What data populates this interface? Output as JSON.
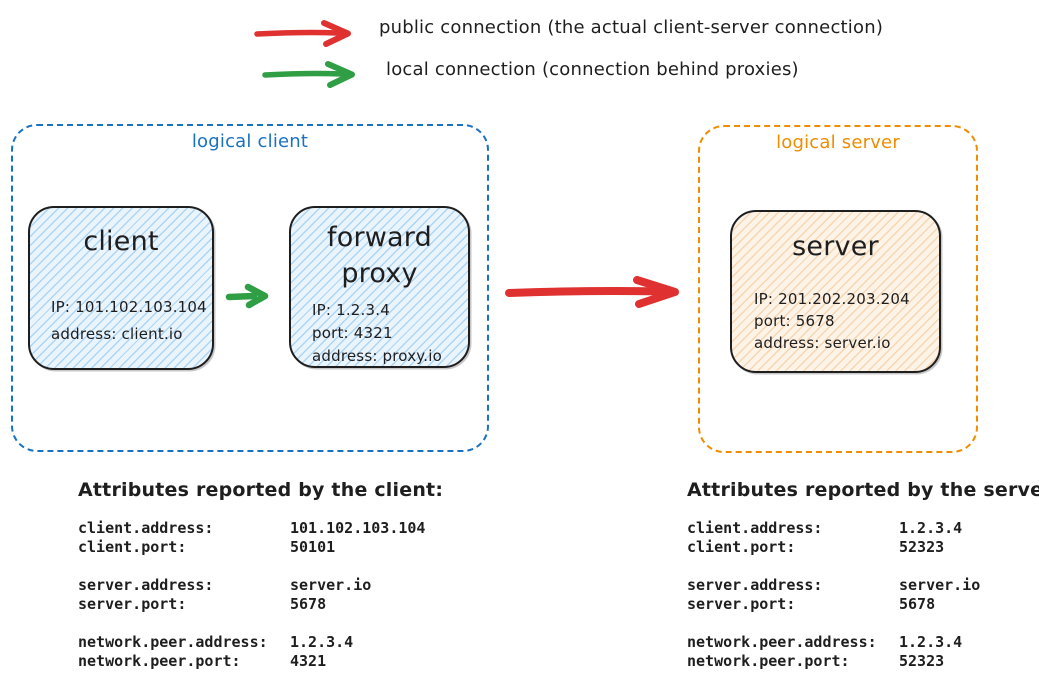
{
  "colors": {
    "red": "#e03131",
    "green": "#2f9e44",
    "blue": "#1971c2",
    "orange": "#f08c00",
    "ink": "#1e1e1e"
  },
  "legend": {
    "public_label": "public connection (the actual client-server connection)",
    "local_label": "local connection (connection behind proxies)"
  },
  "diagram": {
    "logical_client": {
      "label": "logical client",
      "client_node": {
        "title": "client",
        "lines": [
          "IP: 101.102.103.104",
          "address: client.io"
        ]
      },
      "proxy_node": {
        "title_line1": "forward",
        "title_line2": "proxy",
        "lines": [
          "IP: 1.2.3.4",
          "port: 4321",
          "address: proxy.io"
        ]
      }
    },
    "logical_server": {
      "label": "logical server",
      "server_node": {
        "title": "server",
        "lines": [
          "IP: 201.202.203.204",
          "port: 5678",
          "address: server.io"
        ]
      }
    }
  },
  "attributes_client": {
    "title": "Attributes reported by the client:",
    "rows": [
      {
        "key": "client.address:",
        "value": "101.102.103.104"
      },
      {
        "key": "client.port:",
        "value": "50101"
      },
      {
        "key": "server.address:",
        "value": "server.io"
      },
      {
        "key": "server.port:",
        "value": "5678"
      },
      {
        "key": "network.peer.address:",
        "value": "1.2.3.4"
      },
      {
        "key": "network.peer.port:",
        "value": "4321"
      }
    ]
  },
  "attributes_server": {
    "title": "Attributes reported by the server:",
    "rows": [
      {
        "key": "client.address:",
        "value": "1.2.3.4"
      },
      {
        "key": "client.port:",
        "value": "52323"
      },
      {
        "key": "server.address:",
        "value": "server.io"
      },
      {
        "key": "server.port:",
        "value": "5678"
      },
      {
        "key": "network.peer.address:",
        "value": "1.2.3.4"
      },
      {
        "key": "network.peer.port:",
        "value": "52323"
      }
    ]
  }
}
